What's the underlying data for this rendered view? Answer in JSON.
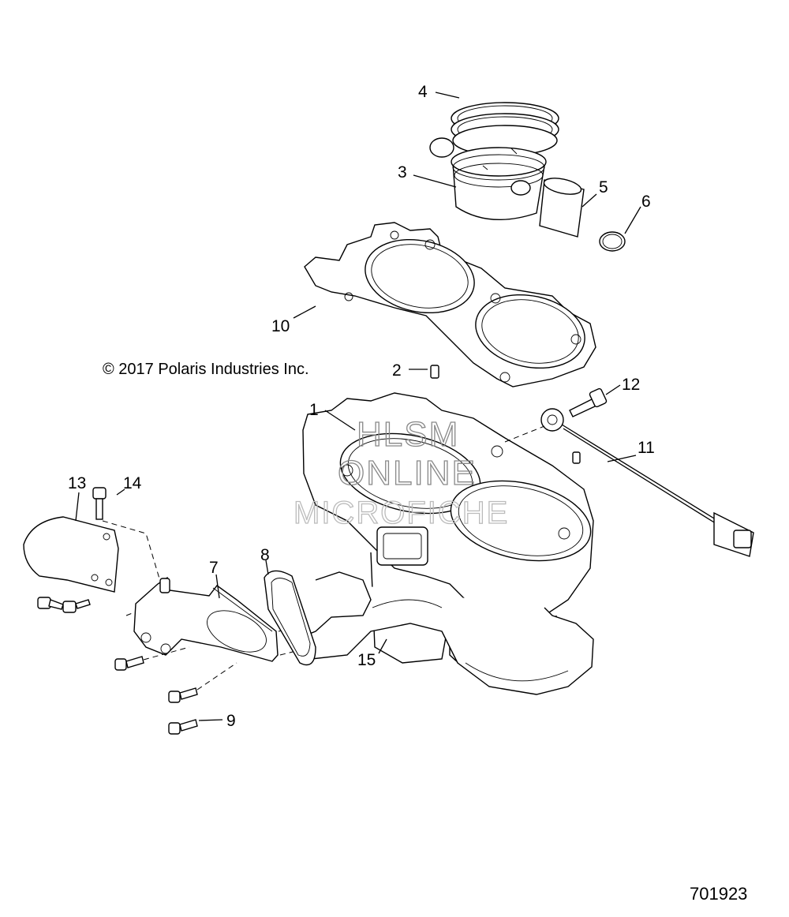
{
  "copyright": "© 2017 Polaris Industries Inc.",
  "document_number": "701923",
  "watermark": [
    "HLSM",
    "ONLINE",
    "MICROFICHE"
  ],
  "callouts": [
    "1",
    "2",
    "3",
    "4",
    "5",
    "6",
    "7",
    "8",
    "9",
    "10",
    "11",
    "12",
    "13",
    "14",
    "15"
  ]
}
